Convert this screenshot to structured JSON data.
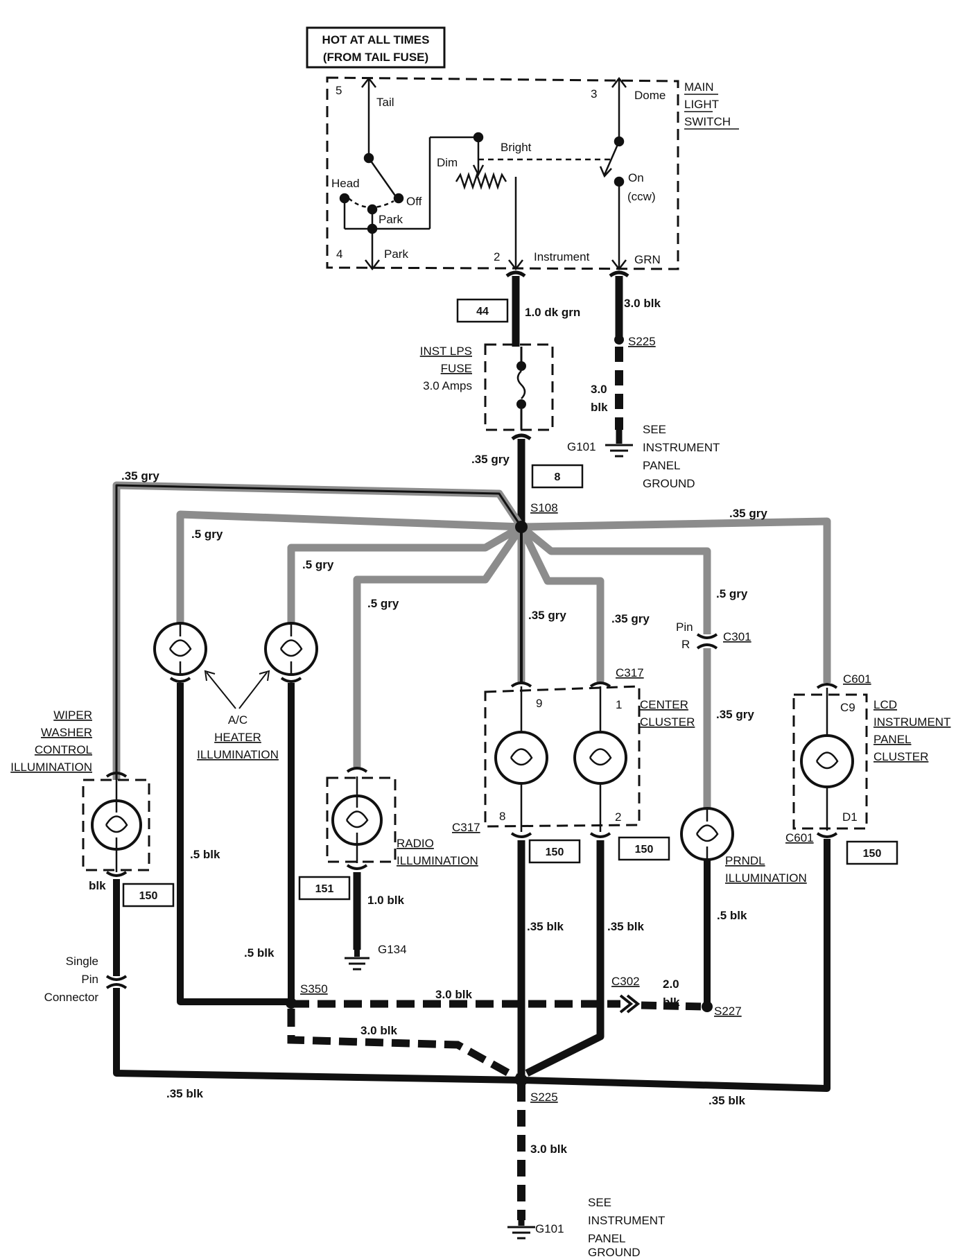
{
  "header_box": {
    "line1": "HOT AT ALL TIMES",
    "line2": "(FROM TAIL FUSE)"
  },
  "main_switch": {
    "title": [
      "MAIN",
      "LIGHT",
      "SWITCH"
    ],
    "pin5": "5",
    "tail": "Tail",
    "pin3": "3",
    "dome": "Dome",
    "bright": "Bright",
    "dim": "Dim",
    "head": "Head",
    "off": "Off",
    "park_inner": "Park",
    "on": "On",
    "ccw": "(ccw)",
    "pin4": "4",
    "park": "Park",
    "pin2": "2",
    "instrument": "Instrument",
    "grn": "GRN"
  },
  "wires": {
    "w1": "1.0 dk grn",
    "w2": "3.0 blk",
    "w3a": "3.0",
    "w3b": "blk",
    "w4": ".35 gry",
    "w5": ".35 gry",
    "w6": ".35 gry",
    "w7": ".5 gry",
    "w8": ".5 gry",
    "w9": ".5 gry",
    "w10": ".35 gry",
    "w11": ".35 gry",
    "w12": ".5 gry",
    "w13": ".35 gry",
    "w14": ".5 blk",
    "w15": ".5 blk",
    "w16": "1.0 blk",
    "w17": ".35 blk",
    "w18": ".35 blk",
    "w19": ".5 blk",
    "w20": "3.0 blk",
    "w21a": "2.0",
    "w21b": "blk",
    "w22": "3.0 blk",
    "w23": ".35 blk",
    "w24": ".35 blk",
    "w25": "3.0 blk",
    "w26": "blk"
  },
  "fuse": {
    "line1": "INST LPS",
    "line2": "FUSE",
    "line3": "3.0 Amps"
  },
  "refs": {
    "r44": "44",
    "r8": "8",
    "r150a": "150",
    "r151": "151",
    "r150b": "150",
    "r150c": "150",
    "r150d": "150"
  },
  "splices": {
    "s225a": "S225",
    "s108": "S108",
    "s350": "S350",
    "s227": "S227",
    "s225b": "S225"
  },
  "connectors": {
    "c301": "C301",
    "pin": "Pin",
    "pinR": "R",
    "c317a": "C317",
    "c317b": "C317",
    "c601a": "C601",
    "c601b": "C601",
    "c302": "C302",
    "c9": "C9",
    "d1": "D1",
    "pin9": "9",
    "pin1": "1",
    "pin8": "8",
    "pin2": "2"
  },
  "grounds": {
    "g101a": "G101",
    "g134": "G134",
    "g101b": "G101",
    "see1": [
      "SEE",
      "INSTRUMENT",
      "PANEL",
      "GROUND"
    ],
    "see2": [
      "SEE",
      "INSTRUMENT",
      "PANEL",
      "GROUND"
    ]
  },
  "components": {
    "wiper": [
      "WIPER",
      "WASHER",
      "CONTROL",
      "ILLUMINATION"
    ],
    "ac": [
      "A/C",
      "HEATER",
      "ILLUMINATION"
    ],
    "radio": [
      "RADIO",
      "ILLUMINATION"
    ],
    "center": [
      "CENTER",
      "CLUSTER"
    ],
    "prndl": [
      "PRNDL",
      "ILLUMINATION"
    ],
    "lcd": [
      "LCD",
      "INSTRUMENT",
      "PANEL",
      "CLUSTER"
    ],
    "single_pin": [
      "Single",
      "Pin",
      "Connector"
    ]
  }
}
